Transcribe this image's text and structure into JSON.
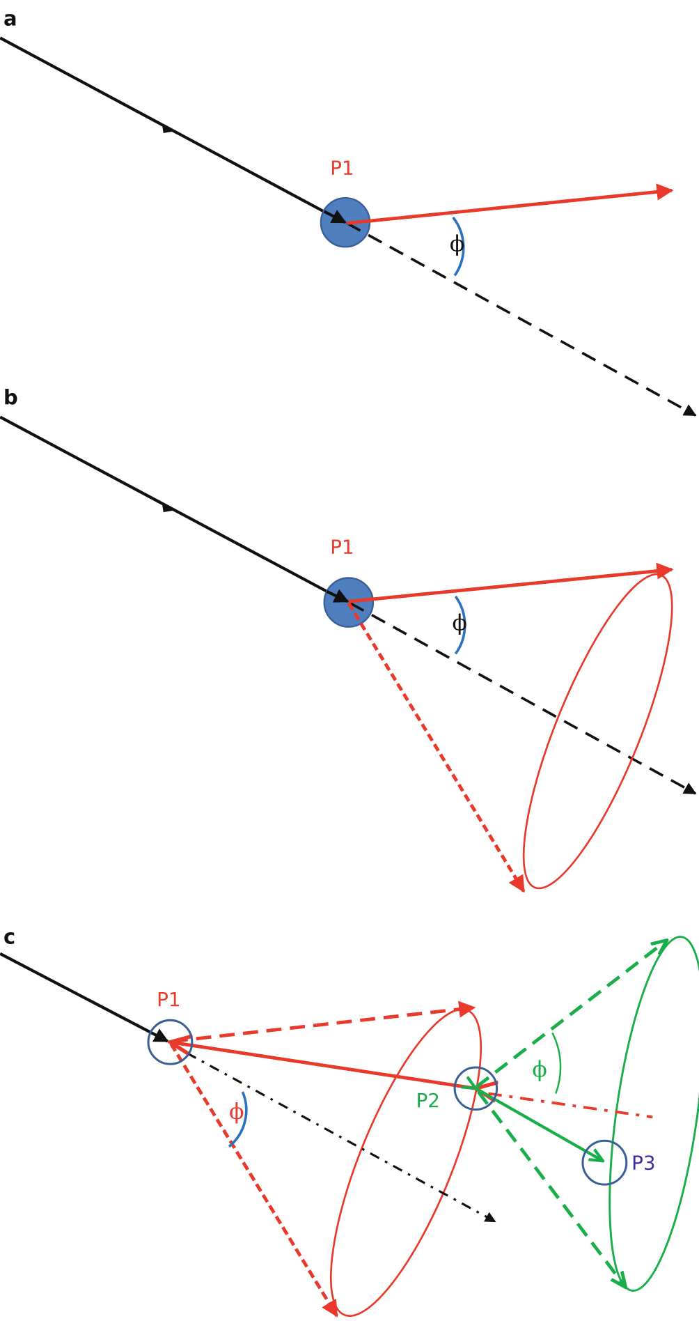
{
  "figure": {
    "panels": [
      {
        "id": "a",
        "label": "a",
        "points": [
          {
            "label": "P1",
            "color": "#e8392a",
            "circle": "filled",
            "fill": "#4f7fbf"
          }
        ],
        "angle_label": "ϕ",
        "angle_label_color": "#111111",
        "description": "Incident photon scatters at P1 by angle phi from original direction"
      },
      {
        "id": "b",
        "label": "b",
        "points": [
          {
            "label": "P1",
            "color": "#e8392a",
            "circle": "filled",
            "fill": "#4f7fbf"
          }
        ],
        "angle_label": "ϕ",
        "angle_label_color": "#111111",
        "description": "Scattering cone of half-angle phi around original direction"
      },
      {
        "id": "c",
        "label": "c",
        "points": [
          {
            "label": "P1",
            "color": "#e8392a",
            "circle": "open"
          },
          {
            "label": "P2",
            "color": "#1aae4a",
            "circle": "open"
          },
          {
            "label": "P3",
            "color": "#3a2ea0",
            "circle": "open"
          }
        ],
        "angle_labels": [
          {
            "text": "ϕ",
            "color": "#e8392a"
          },
          {
            "text": "ϕ",
            "color": "#1aae4a"
          }
        ],
        "description": "Sequential scattering P1 to P2 to P3 with two cones"
      }
    ],
    "colors": {
      "incident": "#111111",
      "scatter_red": "#e8392a",
      "scatter_green": "#1aae4a",
      "arc_blue": "#2a72c0",
      "circle_stroke": "#3a5f95",
      "circle_fill": "#4f7fbf"
    }
  }
}
